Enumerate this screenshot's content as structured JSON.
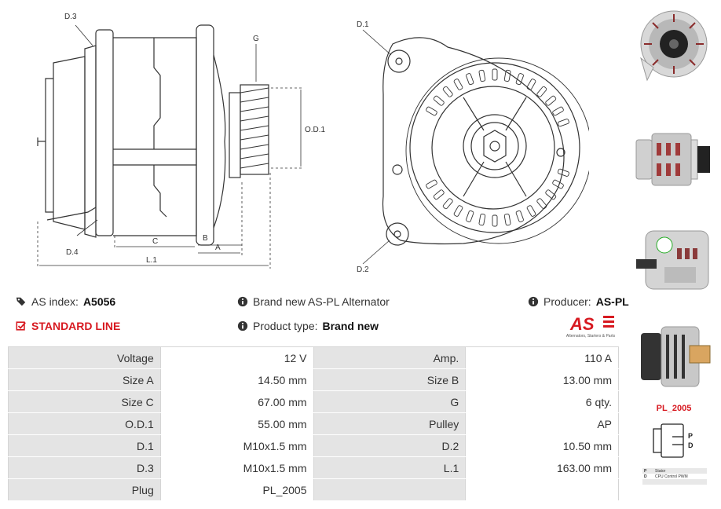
{
  "drawing": {
    "labels": {
      "d3": "D.3",
      "d4": "D.4",
      "g": "G",
      "od1": "O.D.1",
      "c": "C",
      "b": "B",
      "a": "A",
      "l1": "L.1",
      "d1": "D.1",
      "d2": "D.2"
    }
  },
  "info": {
    "as_index_label": "AS index:",
    "as_index_value": "A5056",
    "standard_line": "STANDARD LINE",
    "brand_text": "Brand new AS-PL Alternator",
    "product_type_label": "Product type:",
    "product_type_value": "Brand new",
    "producer_label": "Producer:",
    "producer_value": "AS-PL"
  },
  "logo": {
    "mark": "AS",
    "tagline": "Alternators, Starters & Parts"
  },
  "specs": [
    {
      "l1": "Voltage",
      "v1": "12 V",
      "l2": "Amp.",
      "v2": "110 A"
    },
    {
      "l1": "Size A",
      "v1": "14.50 mm",
      "l2": "Size B",
      "v2": "13.00 mm"
    },
    {
      "l1": "Size C",
      "v1": "67.00 mm",
      "l2": "G",
      "v2": "6 qty."
    },
    {
      "l1": "O.D.1",
      "v1": "55.00 mm",
      "l2": "Pulley",
      "v2": "AP"
    },
    {
      "l1": "D.1",
      "v1": "M10x1.5 mm",
      "l2": "D.2",
      "v2": "10.50 mm"
    },
    {
      "l1": "D.3",
      "v1": "M10x1.5 mm",
      "l2": "L.1",
      "v2": "163.00 mm"
    },
    {
      "l1": "Plug",
      "v1": "PL_2005",
      "l2": "",
      "v2": ""
    }
  ],
  "plug": {
    "title": "PL_2005",
    "pins": [
      "P",
      "D"
    ],
    "legend": [
      {
        "code": "P",
        "desc": "Stator"
      },
      {
        "code": "D",
        "desc": "CPU Control PWM"
      },
      {
        "code": "",
        "desc": ""
      },
      {
        "code": "",
        "desc": ""
      }
    ]
  },
  "colors": {
    "accent": "#d71920",
    "label_bg": "#e4e4e4",
    "border": "#d5d5d5"
  }
}
